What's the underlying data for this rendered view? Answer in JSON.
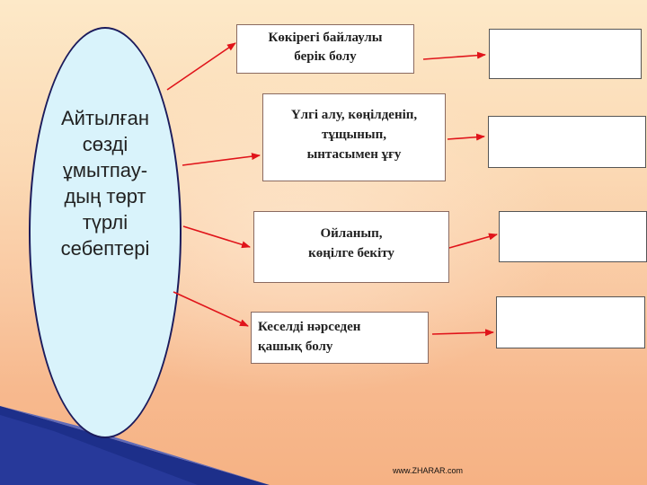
{
  "center": {
    "label": "Айтылған\nсөзді\nұмытпау-\nдың төрт\nтүрлі\nсебептері"
  },
  "reasons": [
    {
      "label": "Көкірегі байлаулы\nберік болу"
    },
    {
      "label": "Үлгі алу, көңілденіп,\nтұщынып,\nынтасымен ұғу"
    },
    {
      "label": "Ойланып,\nкөңілге бекіту"
    },
    {
      "label": "Кеселді нәрседен\nқашық болу"
    }
  ],
  "footer": {
    "text": "www.ZHARAR.com"
  },
  "colors": {
    "arrow": "#e0141a",
    "ellipse_fill": "#d9f3fb",
    "ellipse_border": "#1b1b5c",
    "corner": "#1d2f8a"
  }
}
